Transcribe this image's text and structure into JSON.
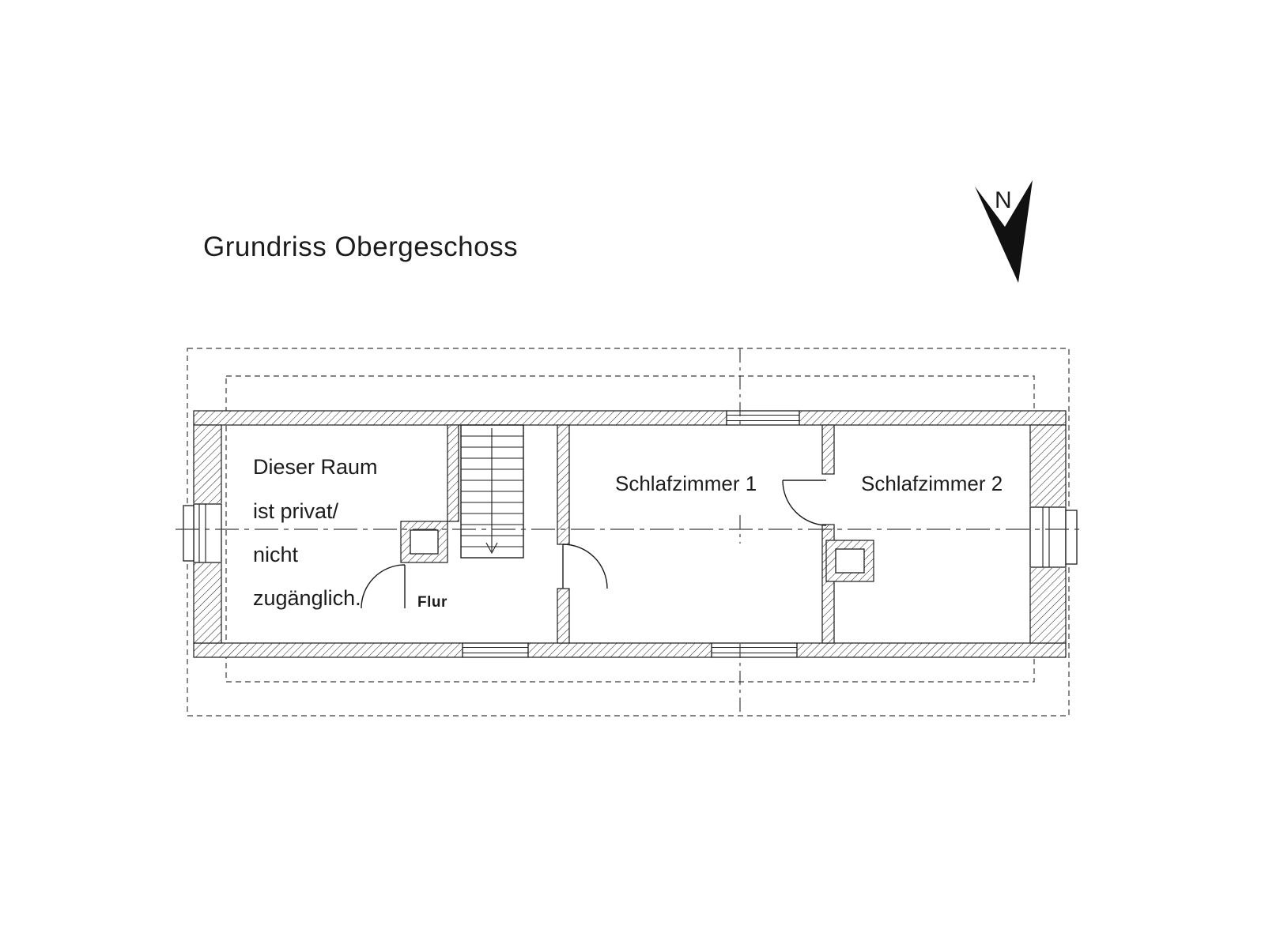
{
  "title": "Grundriss Obergeschoss",
  "compass": {
    "label": "N"
  },
  "rooms": {
    "private": {
      "lines": [
        "Dieser Raum",
        "ist privat/",
        "nicht",
        "zugänglich."
      ]
    },
    "hall": {
      "label": "Flur"
    },
    "bedroom1": {
      "label": "Schlafzimmer 1"
    },
    "bedroom2": {
      "label": "Schlafzimmer 2"
    }
  },
  "colors": {
    "ink": "#1c1c1c",
    "outline_dash": "#3c3c3c",
    "background": "#ffffff"
  }
}
